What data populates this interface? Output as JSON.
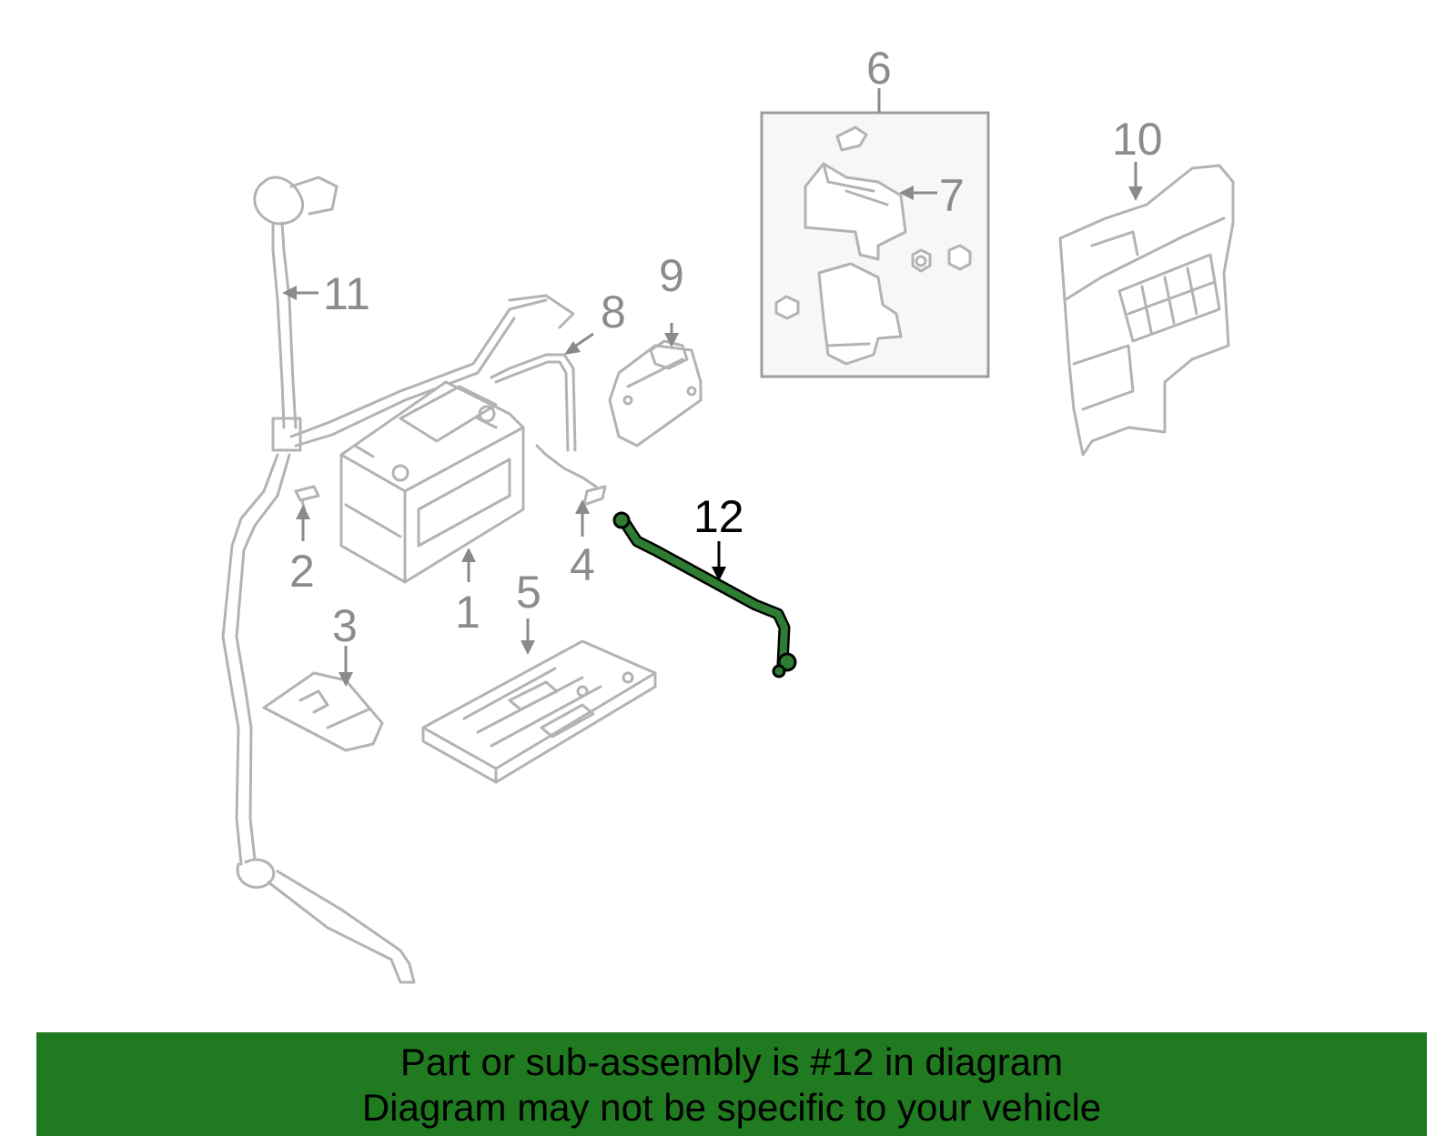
{
  "diagram": {
    "callouts": {
      "c1": "1",
      "c2": "2",
      "c3": "3",
      "c4": "4",
      "c5": "5",
      "c6": "6",
      "c7": "7",
      "c8": "8",
      "c9": "9",
      "c10": "10",
      "c11": "11",
      "c12": "12"
    },
    "highlighted_part": "12",
    "colors": {
      "part_outline": "#b3b3b3",
      "highlight": "#2e7d32",
      "banner": "#207A20"
    }
  },
  "banner": {
    "line1": "Part or sub-assembly is #12 in diagram",
    "line2": "Diagram may not be specific to your vehicle"
  }
}
